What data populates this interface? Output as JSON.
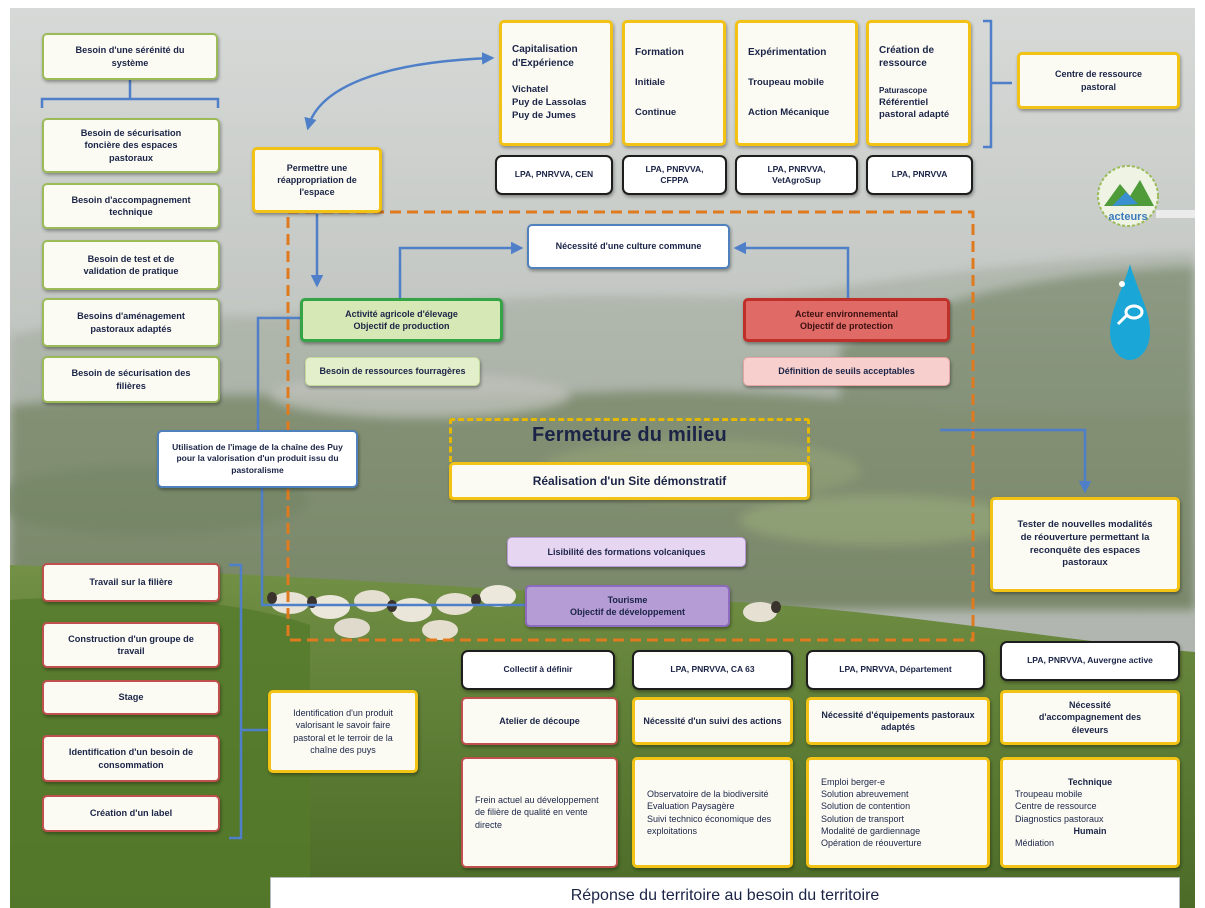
{
  "left_needs": [
    "Besoin d'une sérénité du système",
    "Besoin de sécurisation foncière des espaces pastoraux",
    "Besoin d'accompagnement technique",
    "Besoin de test et de validation de pratique",
    "Besoins d'aménagement pastoraux adaptés",
    "Besoin de sécurisation des filières"
  ],
  "top_actions": [
    {
      "title": "Capitalisation d'Expérience",
      "items": [
        "Vichatel",
        "Puy de Lassolas",
        "Puy de Jumes"
      ]
    },
    {
      "title": "Formation",
      "items": [
        "Initiale",
        "Continue"
      ]
    },
    {
      "title": "Expérimentation",
      "items": [
        "Troupeau mobile",
        "Action Mécanique"
      ]
    },
    {
      "title": "Création de ressource",
      "items": [
        "Paturascope",
        "Référentiel pastoral adapté"
      ]
    }
  ],
  "top_partners": [
    "LPA, PNRVVA, CEN",
    "LPA, PNRVVA, CFPPA",
    "LPA, PNRVVA, VetAgroSup",
    "LPA, PNRVVA"
  ],
  "resource_centre": "Centre de ressource pastoral",
  "reappropriation": "Permettre une réappropriation de l'espace",
  "common_culture": "Nécessité d'une culture commune",
  "farming": {
    "title": "Activité agricole d'élevage",
    "objective": "Objectif de production",
    "need": "Besoin de ressources fourragères"
  },
  "environment": {
    "title": "Acteur environnemental",
    "objective": "Objectif de protection",
    "need": "Définition de seuils acceptables"
  },
  "image_use": "Utilisation de l'image de la chaîne des Puy pour la valorisation d'un produit issu du pastoralisme",
  "center": {
    "title": "Fermeture du milieu",
    "subtitle": "Réalisation d'un Site démonstratif"
  },
  "volcanic": "Lisibilité des formations volcaniques",
  "tourism": {
    "title": "Tourisme",
    "objective": "Objectif de développement"
  },
  "test_reopening": "Tester de nouvelles modalités de réouverture permettant la reconquête des espaces pastoraux",
  "sector_actions": [
    "Travail sur la filière",
    "Construction d'un groupe de travail",
    "Stage",
    "Identification d'un besoin de consommation",
    "Création d'un label"
  ],
  "product_id": "Identification d'un produit valorisant le savoir faire pastoral et le terroir de la chaîne des puys",
  "bottom_columns": [
    {
      "partners": "Collectif à définir",
      "need": "Atelier de découpe",
      "details": [
        "Frein actuel au développement de filière de qualité en vente directe"
      ]
    },
    {
      "partners": "LPA, PNRVVA, CA 63",
      "need": "Nécessité d'un suivi des actions",
      "details": [
        "Observatoire de la biodiversité",
        "Evaluation Paysagère",
        "Suivi technico économique des exploitations"
      ]
    },
    {
      "partners": "LPA, PNRVVA, Département",
      "need": "Nécessité d'équipements pastoraux adaptés",
      "details": [
        "Emploi berger-e",
        "Solution abreuvement",
        "Solution de contention",
        "Solution de transport",
        "Modalité de gardiennage",
        "Opération de réouverture"
      ]
    },
    {
      "partners": "LPA, PNRVVA, Auvergne active",
      "need": "Nécessité d'accompagnement des éleveurs",
      "details": [
        "Technique",
        "Troupeau mobile",
        "Centre de ressource",
        "Diagnostics pastoraux",
        "Humain",
        "Médiation"
      ]
    }
  ],
  "footer": "Réponse du territoire au besoin du territoire",
  "logos": {
    "acteurs": "acteurs"
  },
  "colors": {
    "needs_border": "#9bbb59",
    "action_border": "#f2c314",
    "partner_border": "#1d1d1d",
    "sector_border": "#c0504d",
    "link_blue": "#4f7fc8",
    "frame_orange": "#e07a1f"
  }
}
